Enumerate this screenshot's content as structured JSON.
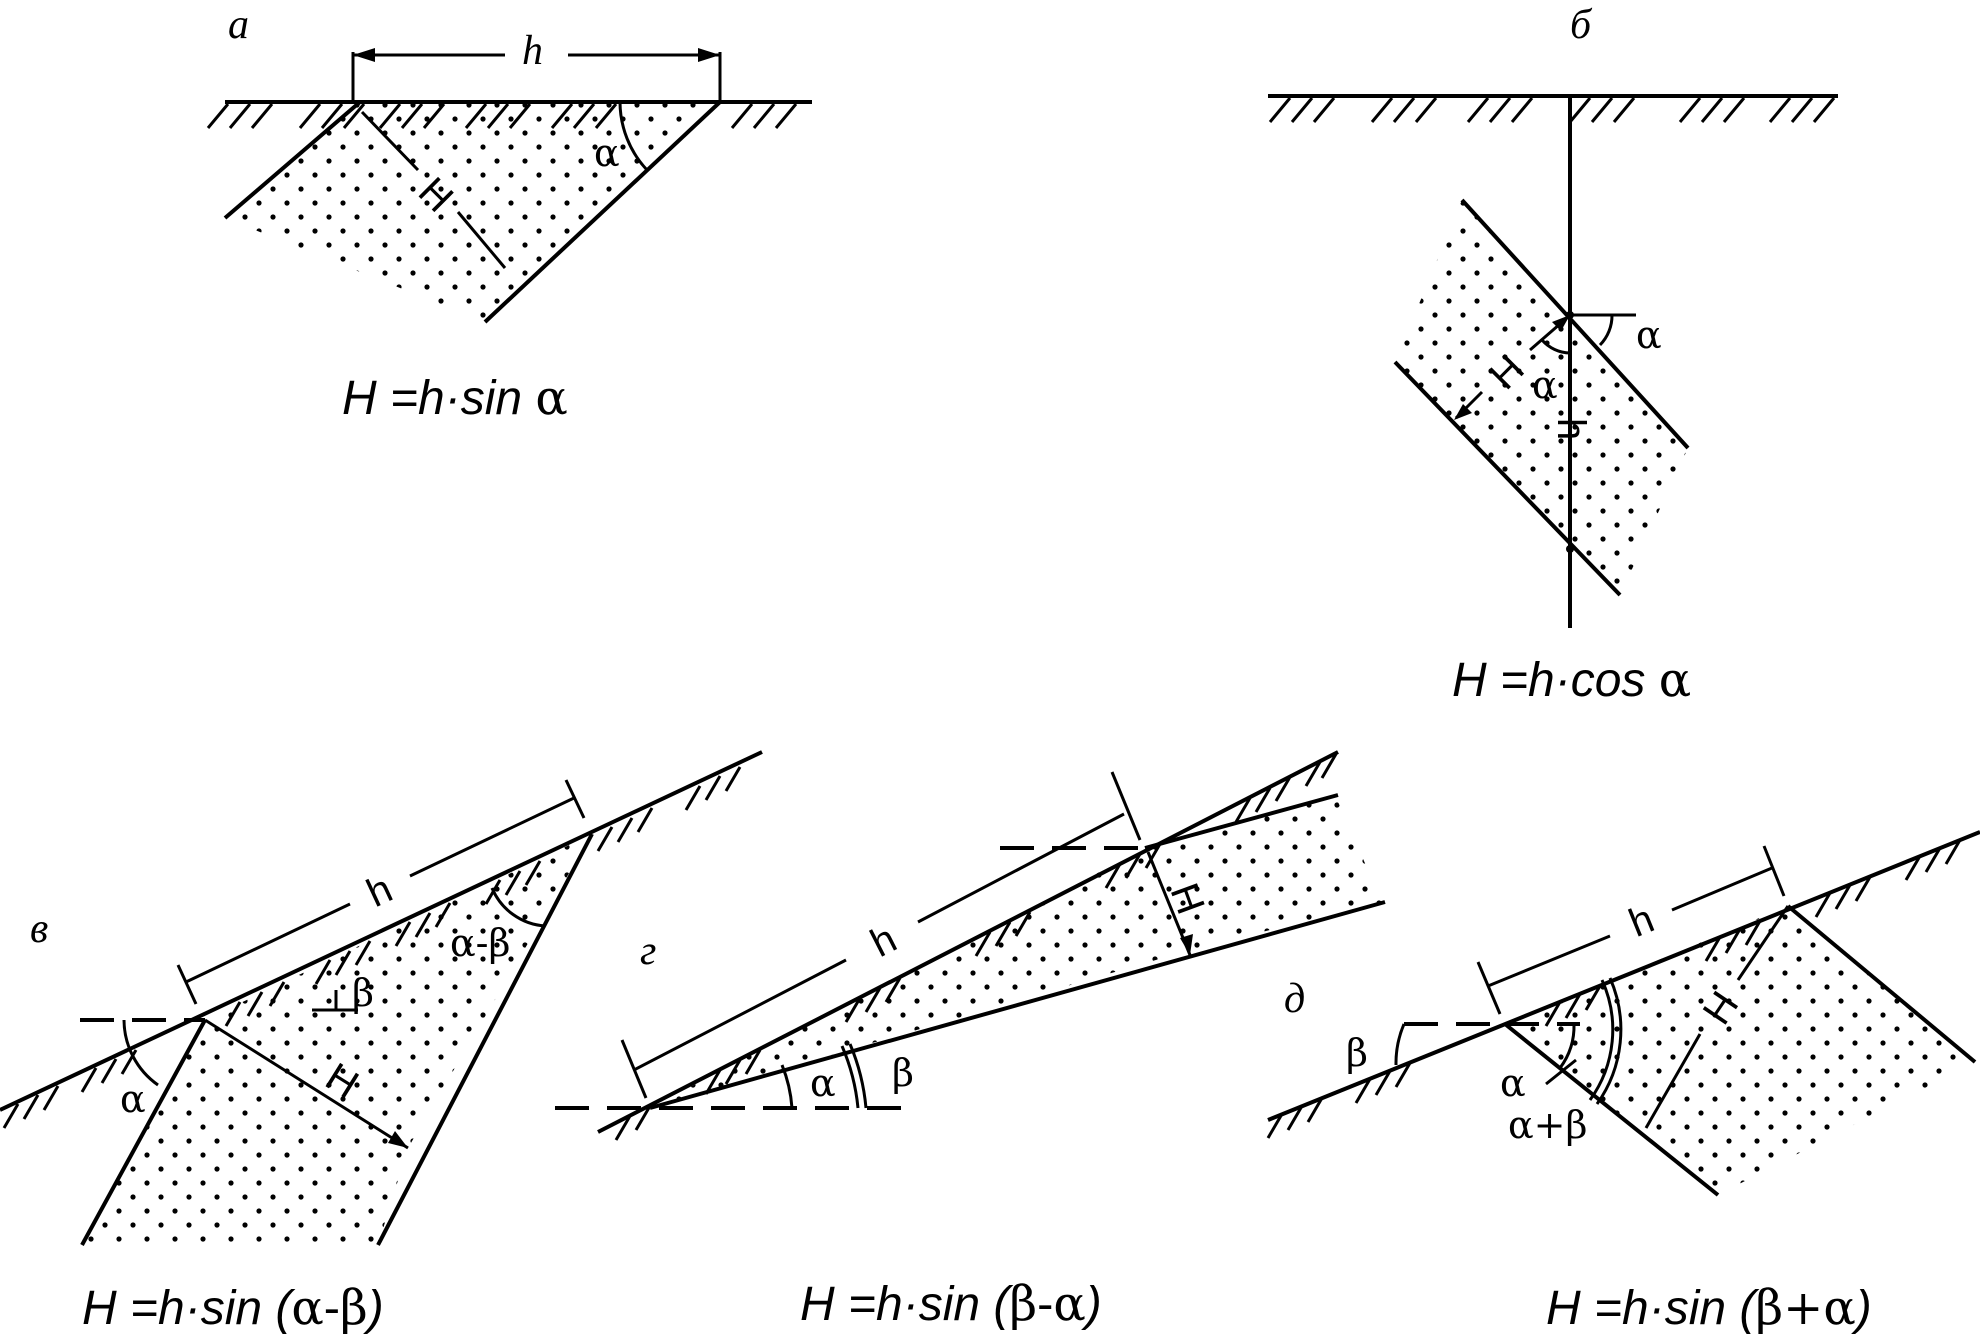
{
  "panels": {
    "a": {
      "label": "а",
      "formula_lhs": "H =h·sin ",
      "formula_greek": "α",
      "formula_close": "",
      "h": "h",
      "H": "H",
      "alpha": "α"
    },
    "b": {
      "label": "б",
      "formula_lhs": "H =h·cos ",
      "formula_greek": "α",
      "formula_close": "",
      "h": "h",
      "H": "H",
      "alpha": "α"
    },
    "v": {
      "label": "в",
      "formula_lhs": "H =h·sin (",
      "formula_greek": "α-β",
      "formula_close": ")",
      "h": "h",
      "H": "H",
      "alpha": "α",
      "beta": "β",
      "alpha_minus_beta": "α-β"
    },
    "g": {
      "label": "г",
      "formula_lhs": "H =h·sin (",
      "formula_greek": "β-α",
      "formula_close": ")",
      "h": "h",
      "H": "H",
      "alpha": "α",
      "beta": "β"
    },
    "d": {
      "label": "д",
      "formula_lhs": "H =h·sin (",
      "formula_greek": "β+α",
      "formula_close": ")",
      "h": "h",
      "H": "H",
      "alpha": "α",
      "beta": "β",
      "alpha_plus_beta": "α+β"
    }
  }
}
